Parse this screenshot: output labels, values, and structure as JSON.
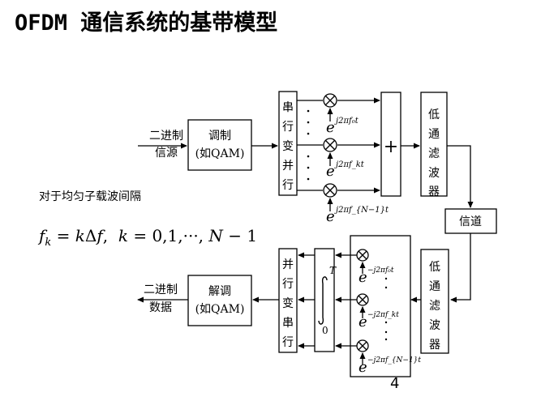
{
  "title": "OFDM 通信系统的基带模型",
  "note": "对于均匀子载波间隔",
  "formula": "f_k = kΔf,  k = 0,1,···, N − 1",
  "page_number": "4",
  "tx": {
    "input_label": [
      "二进制",
      "信源"
    ],
    "modulator": [
      "调制",
      "(如QAM)"
    ],
    "sp_converter": [
      "串",
      "行",
      "变",
      "并",
      "行"
    ],
    "carriers": [
      "j2πf₀t",
      "j2πf_kt",
      "j2πf_{N−1}t"
    ],
    "sum_symbol": "+",
    "lpf": [
      "低",
      "通",
      "滤",
      "波",
      "器"
    ]
  },
  "channel": "信道",
  "rx": {
    "lpf": [
      "低",
      "通",
      "滤",
      "波",
      "器"
    ],
    "carriers": [
      "−j2πf₀t",
      "−j2πf_kt",
      "−j2πf_{N−1}t"
    ],
    "integrator": {
      "upper": "T",
      "lower": "0"
    },
    "ps_converter": [
      "并",
      "行",
      "变",
      "串",
      "行"
    ],
    "demodulator": [
      "解调",
      "(如QAM)"
    ],
    "output_label": [
      "二进制",
      "数据"
    ]
  }
}
